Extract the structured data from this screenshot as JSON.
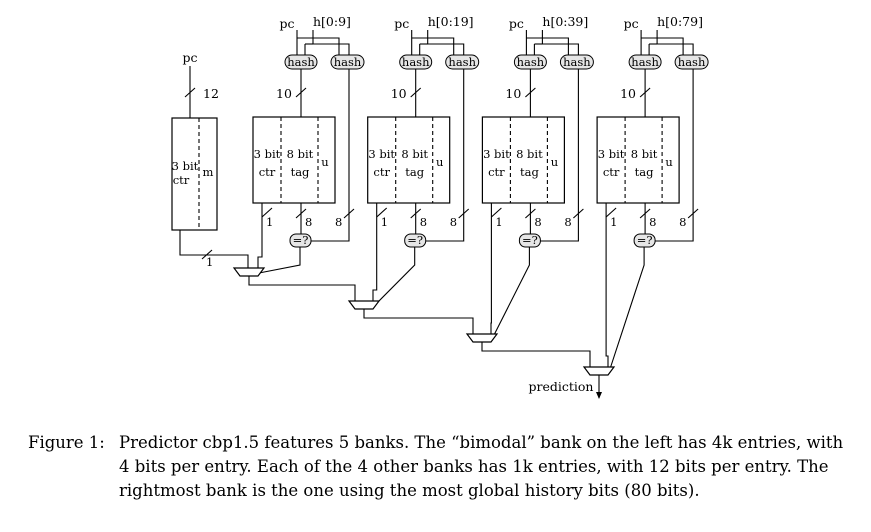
{
  "diagram": {
    "pc_label": "pc",
    "bimodal": {
      "pc_bits": "12",
      "ctr_label": "3 bit",
      "ctr_sub": "ctr",
      "m_label": "m",
      "out_bits": "1"
    },
    "banks": [
      {
        "history": "h[0:9]"
      },
      {
        "history": "h[0:19]"
      },
      {
        "history": "h[0:39]"
      },
      {
        "history": "h[0:79]"
      }
    ],
    "hash_label": "hash",
    "index_bits": "10",
    "ctr_label": "3 bit",
    "ctr_sub": "ctr",
    "tag_label": "8 bit",
    "tag_sub": "tag",
    "u_label": "u",
    "ctr_out_bits": "1",
    "tag_out_bits": "8",
    "hash_tag_bits": "8",
    "compare_label": "=?",
    "output_label": "prediction"
  },
  "caption": {
    "label": "Figure 1:",
    "text": "Predictor cbp1.5 features 5 banks. The “bimodal” bank on the left has 4k entries, with 4 bits per entry. Each of the 4 other banks has 1k entries, with 12 bits per entry. The rightmost bank is the one using the most global history bits (80 bits)."
  }
}
